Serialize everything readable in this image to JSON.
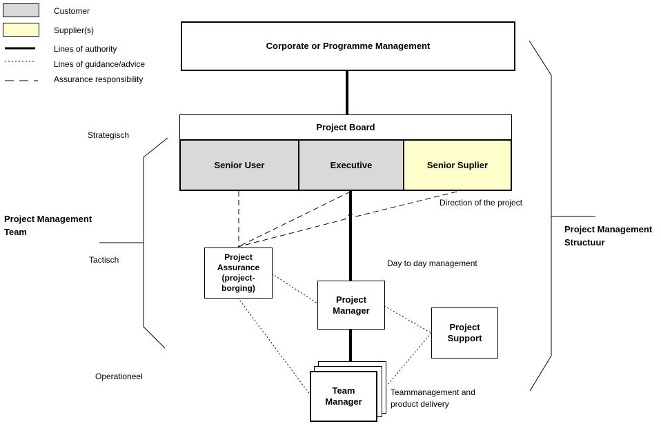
{
  "legend": {
    "customer": {
      "label": "Customer",
      "fill": "#d9d9d9"
    },
    "supplier": {
      "label": "Supplier(s)",
      "fill": "#ffffcc"
    },
    "authority": {
      "label": "Lines of authority"
    },
    "guidance": {
      "label": "Lines of guidance/advice"
    },
    "assurance": {
      "label": "Assurance responsibility"
    }
  },
  "levels": {
    "strategic": "Strategisch",
    "tactical": "Tactisch",
    "operational": "Operationeel"
  },
  "side_labels": {
    "team": "Project Management Team",
    "structure": "Project Management Structuur"
  },
  "boxes": {
    "corporate": "Corporate or Programme Management",
    "project_board": "Project Board",
    "senior_user": "Senior User",
    "executive": "Executive",
    "senior_supplier": "Senior Suplier",
    "project_assurance": "Project Assurance (project-borging)",
    "project_manager": "Project Manager",
    "project_support": "Project Support",
    "team_manager": "Team Manager"
  },
  "annotations": {
    "direction": "Direction of the project",
    "day_to_day": "Day to day management",
    "team_delivery": "Teammanagement and product delivery"
  },
  "colors": {
    "customer_fill": "#d9d9d9",
    "supplier_fill": "#ffffcc",
    "line_color": "#000000"
  }
}
